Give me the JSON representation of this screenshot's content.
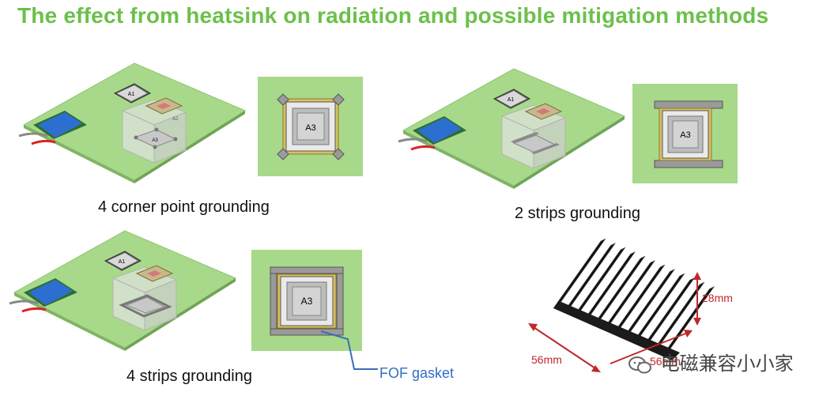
{
  "title": "The effect from heatsink on radiation and possible mitigation methods",
  "captions": {
    "corner": "4 corner point grounding",
    "two_strips": "2 strips grounding",
    "four_strips": "4 strips grounding"
  },
  "chip_labels": {
    "a1": "A1",
    "a2": "A2",
    "a3": "A3"
  },
  "fof_label": "FOF gasket",
  "heatsink_dims": {
    "height": "28mm",
    "width": "56mm",
    "depth": "56mm"
  },
  "watermark": "电磁兼容小小家",
  "colors": {
    "title": "#6cc04a",
    "board": "#a8d98a",
    "dimension": "#c0282d",
    "fof_callout": "#2f6fc7"
  }
}
